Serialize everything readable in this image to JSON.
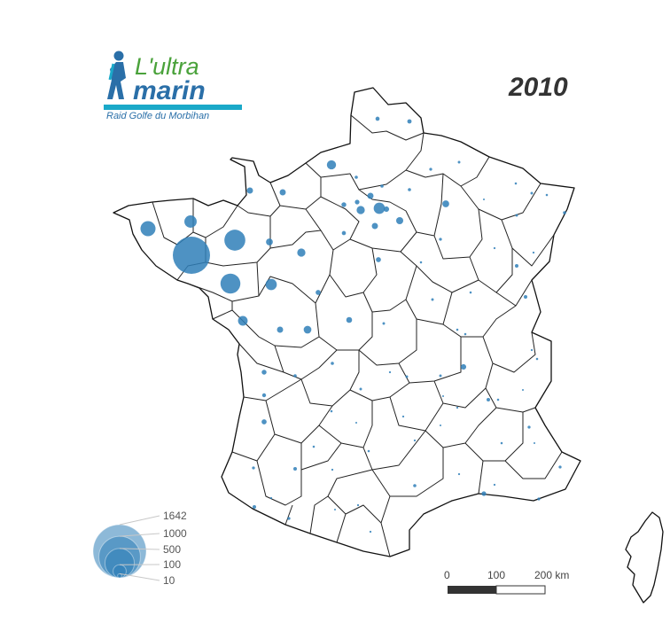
{
  "year": "2010",
  "logo": {
    "line1": "L'ultra",
    "line2": "marin",
    "subtitle": "Raid Golfe du Morbihan",
    "colors": {
      "green": "#4aa23b",
      "blue": "#2a6fa8",
      "cyan": "#1aa9c9"
    }
  },
  "legend": {
    "values": [
      1642,
      1000,
      500,
      100,
      10
    ],
    "labels": [
      "1642",
      "1000",
      "500",
      "100",
      "10"
    ]
  },
  "scalebar": {
    "labels": [
      "0",
      "100",
      "200 km"
    ]
  },
  "bubble_color": "#2f7fb8",
  "points": [
    {
      "dept": "Morbihan",
      "v": 1642
    },
    {
      "dept": "Ille-et-Vilaine",
      "v": 520
    },
    {
      "dept": "Loire-Atlantique",
      "v": 470
    },
    {
      "dept": "Finistère",
      "v": 270
    },
    {
      "dept": "Côtes-d'Armor",
      "v": 180
    },
    {
      "dept": "Maine-et-Loire",
      "v": 150
    },
    {
      "dept": "Vendée",
      "v": 110
    },
    {
      "dept": "Calvados",
      "v": 100
    },
    {
      "dept": "Paris",
      "v": 150
    },
    {
      "dept": "Hauts-de-Seine",
      "v": 80
    },
    {
      "dept": "Sarthe",
      "v": 80
    },
    {
      "dept": "Indre-et-Loire",
      "v": 70
    },
    {
      "dept": "Seine-et-Marne",
      "v": 60
    },
    {
      "dept": "Mayenne",
      "v": 55
    },
    {
      "dept": "Marne",
      "v": 55
    },
    {
      "dept": "Manche",
      "v": 45
    },
    {
      "dept": "Orne",
      "v": 45
    },
    {
      "dept": "Val-d'Oise",
      "v": 45
    },
    {
      "dept": "Essonne",
      "v": 45
    },
    {
      "dept": "Loire-Atlantique 2",
      "v": 45
    },
    {
      "dept": "Loir-et-Cher",
      "v": 40
    },
    {
      "dept": "Isère",
      "v": 35
    },
    {
      "dept": "Loiret",
      "v": 30
    },
    {
      "dept": "Vienne",
      "v": 30
    },
    {
      "dept": "Gironde",
      "v": 30
    },
    {
      "dept": "Val-de-Marne",
      "v": 35
    },
    {
      "dept": "Eure",
      "v": 28
    },
    {
      "dept": "Deux-Sèvres",
      "v": 28
    },
    {
      "dept": "Bouches-du-Rhône",
      "v": 25
    },
    {
      "dept": "Nord",
      "v": 22
    },
    {
      "dept": "Pas-de-Calais",
      "v": 20
    },
    {
      "dept": "Eure-et-Loir",
      "v": 20
    },
    {
      "dept": "Yvelines",
      "v": 25
    },
    {
      "dept": "Charente-Maritime",
      "v": 18
    },
    {
      "dept": "Haute-Garonne",
      "v": 15
    },
    {
      "dept": "Pyrénées-Atlantiques",
      "v": 15
    },
    {
      "dept": "Côte-d'Or",
      "v": 15
    },
    {
      "dept": "Rhône",
      "v": 15
    },
    {
      "dept": "Doubs",
      "v": 15
    },
    {
      "dept": "Aisne",
      "v": 12
    },
    {
      "dept": "Oise",
      "v": 12
    },
    {
      "dept": "Haut-Rhin",
      "v": 12
    },
    {
      "dept": "Indre",
      "v": 12
    },
    {
      "dept": "Charente",
      "v": 12
    },
    {
      "dept": "Hérault",
      "v": 12
    },
    {
      "dept": "Gers",
      "v": 10
    },
    {
      "dept": "Landes",
      "v": 10
    },
    {
      "dept": "Var",
      "v": 10
    },
    {
      "dept": "Alpes-Maritimes",
      "v": 10
    },
    {
      "dept": "Savoie",
      "v": 10
    },
    {
      "dept": "Aube",
      "v": 10
    },
    {
      "dept": "Somme",
      "v": 10
    },
    {
      "dept": "Ardennes",
      "v": 8
    },
    {
      "dept": "Vosges",
      "v": 8
    },
    {
      "dept": "Meurthe-et-Moselle",
      "v": 8
    },
    {
      "dept": "Cher",
      "v": 8
    },
    {
      "dept": "Nièvre",
      "v": 8
    },
    {
      "dept": "Allier",
      "v": 8
    },
    {
      "dept": "Haute-Vienne",
      "v": 8
    },
    {
      "dept": "Puy-de-Dôme",
      "v": 8
    },
    {
      "dept": "Corrèze",
      "v": 6
    },
    {
      "dept": "Dordogne",
      "v": 6
    },
    {
      "dept": "Lot-et-Garonne",
      "v": 6
    },
    {
      "dept": "Tarn",
      "v": 6
    },
    {
      "dept": "Aveyron",
      "v": 5
    },
    {
      "dept": "Gard",
      "v": 5
    },
    {
      "dept": "Drôme",
      "v": 6
    },
    {
      "dept": "Ain",
      "v": 6
    },
    {
      "dept": "Saône-et-Loire",
      "v": 6
    },
    {
      "dept": "Yonne",
      "v": 6
    },
    {
      "dept": "Haute-Marne",
      "v": 5
    },
    {
      "dept": "Haute-Saône",
      "v": 5
    },
    {
      "dept": "Jura",
      "v": 5
    },
    {
      "dept": "Creuse",
      "v": 5
    },
    {
      "dept": "Cantal",
      "v": 5
    },
    {
      "dept": "Lozère",
      "v": 4
    },
    {
      "dept": "Ardèche",
      "v": 5
    },
    {
      "dept": "Vaucluse",
      "v": 5
    },
    {
      "dept": "Hautes-Alpes",
      "v": 4
    },
    {
      "dept": "Alpes-de-Haute-Provence",
      "v": 4
    },
    {
      "dept": "Pyrénées-Orientales",
      "v": 5
    },
    {
      "dept": "Aude",
      "v": 5
    },
    {
      "dept": "Ariège",
      "v": 4
    },
    {
      "dept": "Hautes-Pyrénées",
      "v": 5
    },
    {
      "dept": "Tarn-et-Garonne",
      "v": 5
    },
    {
      "dept": "Lot",
      "v": 4
    },
    {
      "dept": "Meuse",
      "v": 4
    },
    {
      "dept": "Moselle",
      "v": 6
    },
    {
      "dept": "Bas-Rhin",
      "v": 6
    },
    {
      "dept": "Loire",
      "v": 6
    },
    {
      "dept": "Haute-Loire",
      "v": 4
    },
    {
      "dept": "Haute-Savoie",
      "v": 6
    },
    {
      "dept": "Seine-Maritime",
      "v": 12
    }
  ]
}
